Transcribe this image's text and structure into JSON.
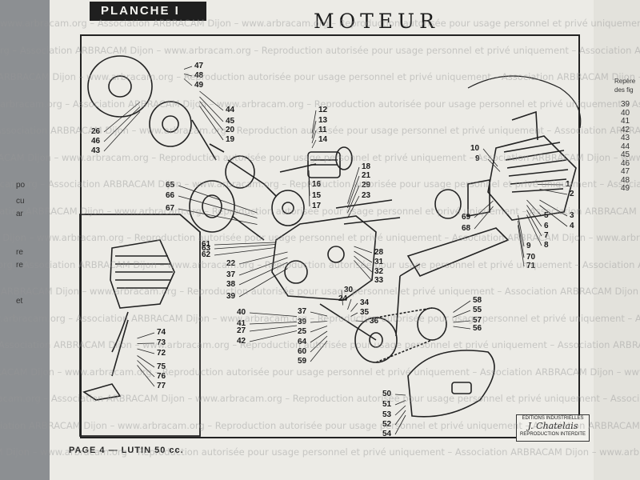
{
  "header": {
    "plate": "PLANCHE I",
    "title": "MOTEUR"
  },
  "footer": {
    "text": "PAGE 4 — LUTIN 50 cc."
  },
  "stamp": {
    "line1": "EDITIONS INDUSTRIELLES",
    "signature": "J. Chatelais",
    "line3": "REPRODUCTION INTERDITE"
  },
  "watermark": "www.arbracam.org – Association ARBRACAM Dijon – www.arbracam.org – Reproduction autorisée pour usage personnel et privé uniquement – Association ARBRACAM Dijon – www.arbracam.org",
  "callouts": {
    "top_left": [
      "47",
      "48",
      "49",
      "44",
      "45",
      "20",
      "19",
      "26",
      "46",
      "43"
    ],
    "piston": [
      "12",
      "13",
      "11",
      "14",
      "16",
      "15",
      "17"
    ],
    "center": [
      "18",
      "21",
      "29",
      "23",
      "28",
      "31",
      "32",
      "33",
      "22",
      "37",
      "38",
      "39",
      "61",
      "62",
      "63",
      "65",
      "66",
      "67"
    ],
    "cylinder": [
      "10",
      "9",
      "1",
      "2",
      "3",
      "4",
      "5",
      "6",
      "7",
      "8",
      "69",
      "68",
      "9",
      "70",
      "71"
    ],
    "lower": [
      "40",
      "41",
      "27",
      "42",
      "37",
      "39",
      "25",
      "64",
      "60",
      "59",
      "30",
      "24",
      "34",
      "35",
      "36"
    ],
    "clutch": [
      "58",
      "55",
      "57",
      "56"
    ],
    "cover": [
      "50",
      "51",
      "53",
      "52",
      "54"
    ],
    "inset": [
      "74",
      "73",
      "72",
      "75",
      "76",
      "77"
    ]
  },
  "right_page": {
    "heading": "Repère des fig",
    "numbers": [
      "39",
      "40",
      "41",
      "42",
      "43",
      "44",
      "45",
      "46",
      "47",
      "48",
      "49"
    ]
  },
  "left_page": {
    "fragments": [
      "po",
      "cu",
      "ar",
      "re",
      "re",
      "et"
    ]
  }
}
